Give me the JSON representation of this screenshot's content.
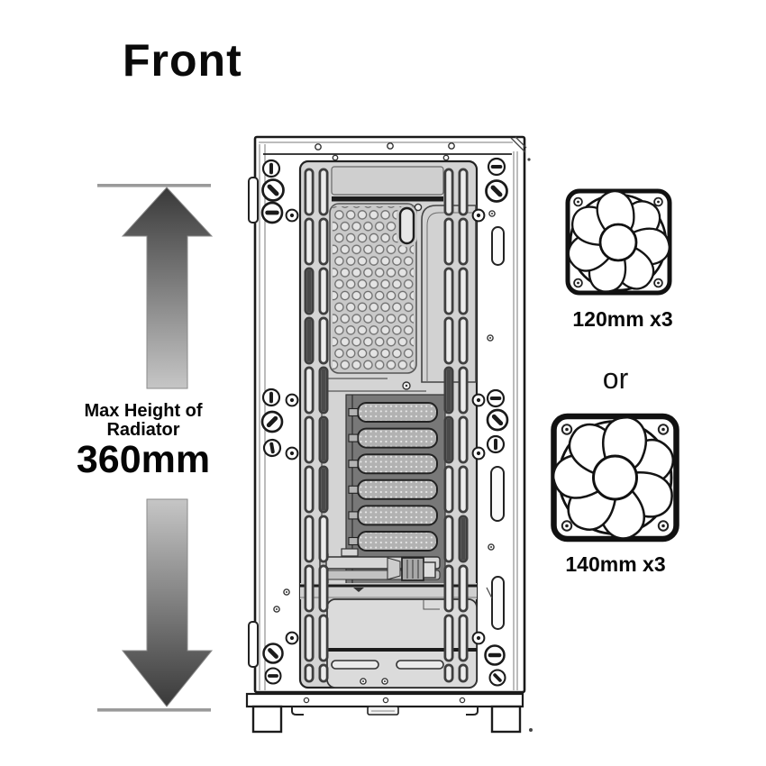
{
  "title": "Front",
  "radiator_spec": {
    "line1": "Max Height of",
    "line2": "Radiator",
    "value": "360mm"
  },
  "fan_options": {
    "option_top": "120mm x3",
    "separator": "or",
    "option_bottom": "140mm x3"
  },
  "icons": {
    "up_arrow": "gradient-up-arrow",
    "down_arrow": "gradient-down-arrow",
    "case": "pc-case-front-view-line-drawing",
    "fan_top": "120mm-fan-icon",
    "fan_bottom": "140mm-fan-icon"
  },
  "colors": {
    "background": "#ffffff",
    "ink": "#1a1a1a",
    "panel_gray": "#d4d4d4",
    "arrow_dark": "#3a3a3a",
    "arrow_light": "#c6c6c6",
    "extent_line": "#9a9a9a"
  }
}
